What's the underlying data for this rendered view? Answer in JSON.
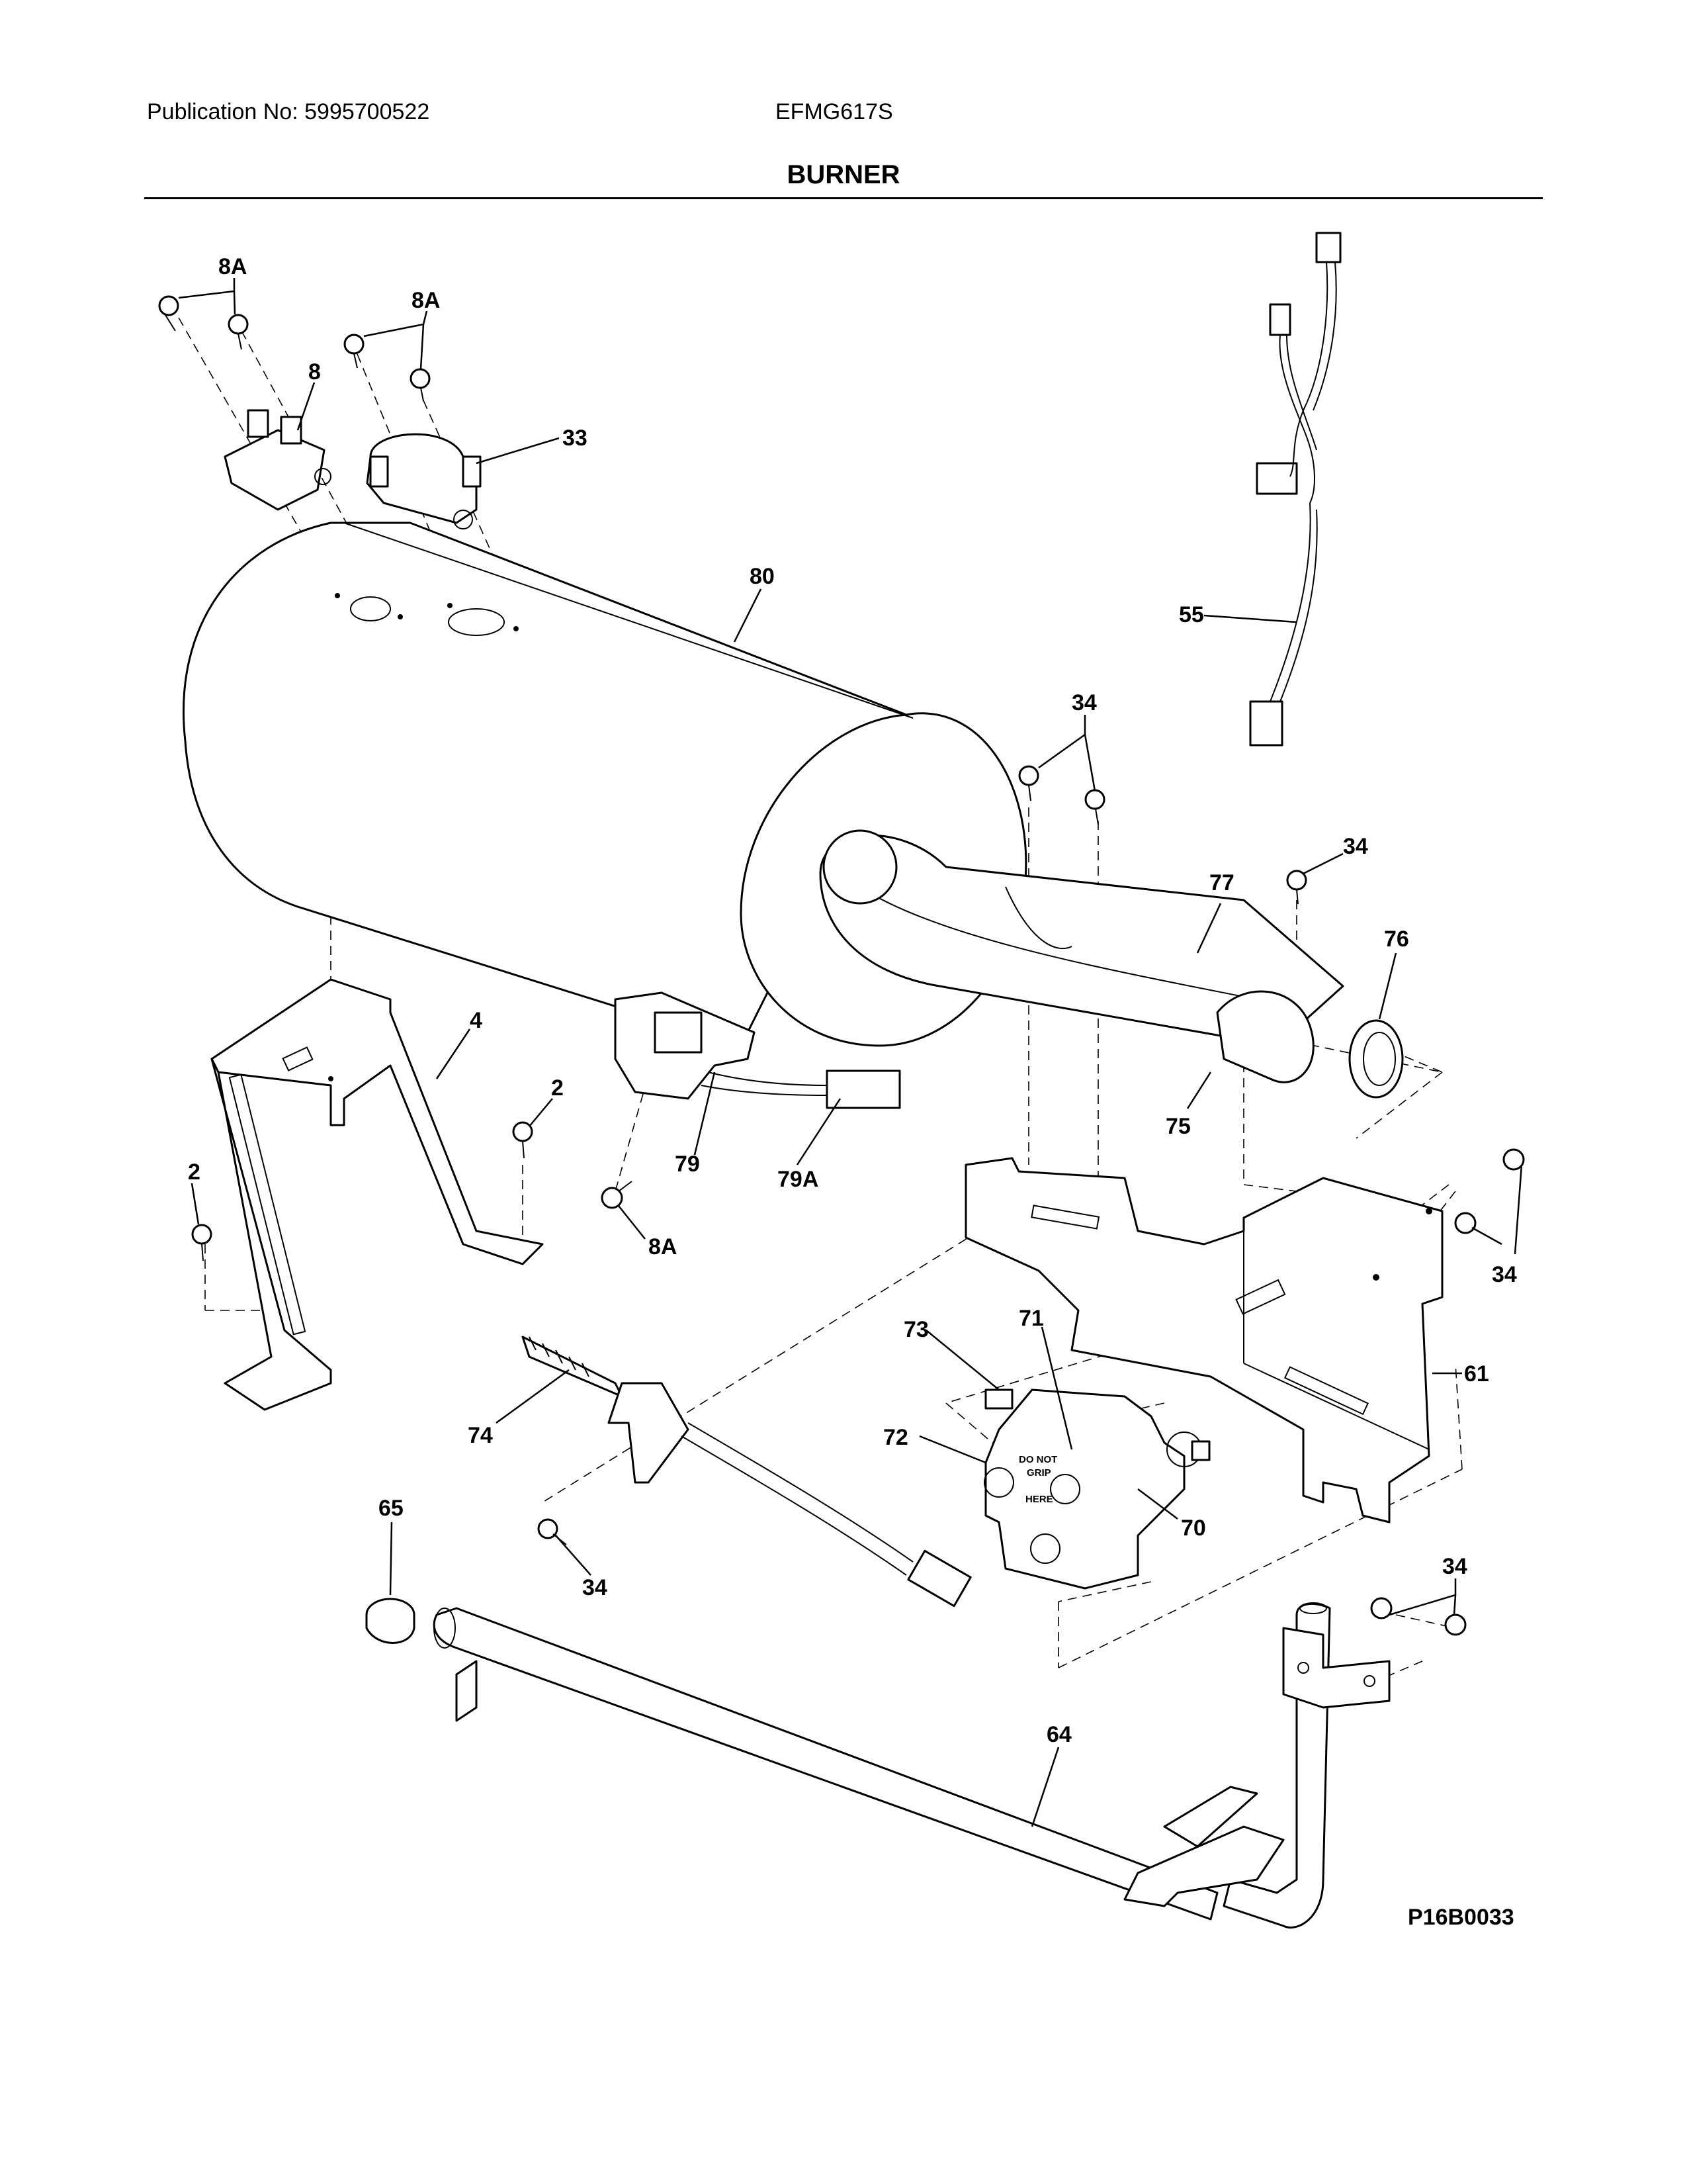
{
  "header": {
    "publication": "Publication No: 5995700522",
    "model": "EFMG617S",
    "title": "BURNER"
  },
  "figure_code": "P16B0033",
  "valve_text": [
    "DO NOT",
    "GRIP",
    "HERE"
  ],
  "callouts": {
    "c8a_1": "8A",
    "c8a_2": "8A",
    "c8": "8",
    "c33": "33",
    "c80": "80",
    "c55": "55",
    "c34_1": "34",
    "c34_2": "34",
    "c77": "77",
    "c76": "76",
    "c4": "4",
    "c2_1": "2",
    "c2_2": "2",
    "c79": "79",
    "c79a": "79A",
    "c8a_3": "8A",
    "c75": "75",
    "c34_3": "34",
    "c61": "61",
    "c73": "73",
    "c71": "71",
    "c74": "74",
    "c72": "72",
    "c70": "70",
    "c65": "65",
    "c34_4": "34",
    "c34_5": "34",
    "c64": "64"
  }
}
